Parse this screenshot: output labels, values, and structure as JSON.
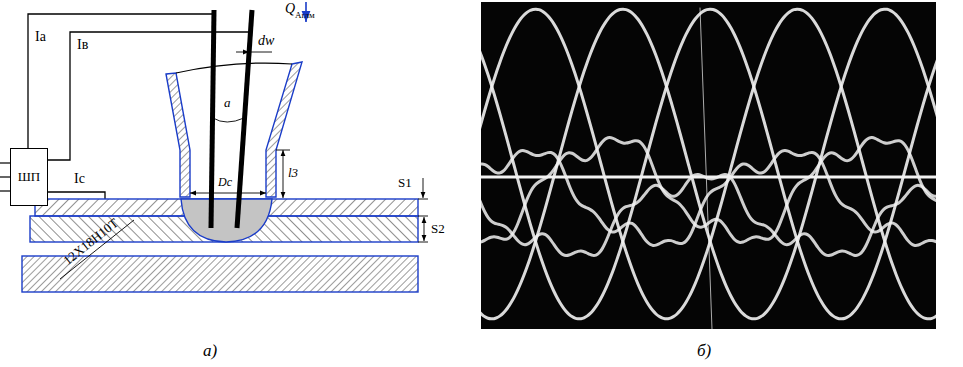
{
  "diagram": {
    "nodes": [
      {
        "text": [
          "ШП"
        ]
      }
    ],
    "labels": [
      "Iа",
      "Iв",
      "Iс",
      "dw",
      "Q",
      "Arлм",
      "a",
      "Dc",
      "l3",
      "S1",
      "S2",
      "12Х18Н10Т",
      "а)",
      "б)"
    ]
  }
}
